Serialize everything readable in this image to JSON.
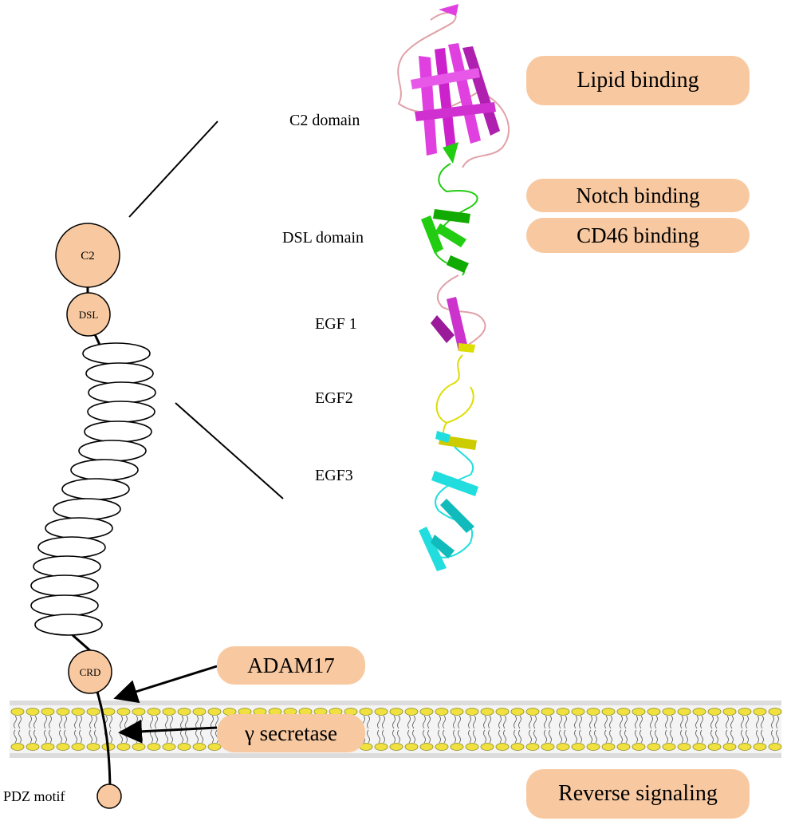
{
  "domain_labels": {
    "c2": "C2 domain",
    "dsl": "DSL domain",
    "egf1": "EGF 1",
    "egf2": "EGF2",
    "egf3": "EGF3"
  },
  "functions": {
    "lipid": "Lipid binding",
    "notch": "Notch binding",
    "cd46": "CD46 binding",
    "adam17": "ADAM17",
    "gamma": "γ secretase",
    "reverse": "Reverse signaling"
  },
  "schematic": {
    "c2": "C2",
    "dsl": "DSL",
    "crd": "CRD",
    "pdz": "PDZ motif"
  },
  "colors": {
    "pill": "#f8c9a0",
    "c2_domain": "#e040e0",
    "dsl_domain": "#22cc11",
    "egf1_domain": "#cc33cc",
    "egf2_domain": "#dddd00",
    "egf3_domain": "#22dddd",
    "membrane_head": "#f0e040",
    "membrane_band": "#dcdcdc"
  }
}
